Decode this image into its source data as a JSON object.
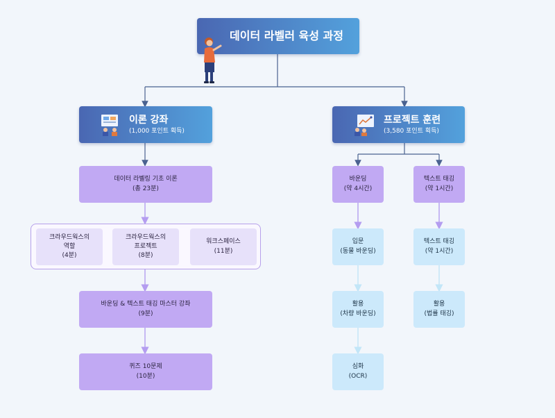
{
  "title": "데이터 라벨러 육성 과정",
  "branches": {
    "theory": {
      "title": "이론 강좌",
      "points": "(1,000 포인트 획득)",
      "basic": [
        "데이터 라벨링 기초 이론",
        "(총 23분)"
      ],
      "crowd_role": [
        "크라우드웍스의",
        "역할",
        "(4분)"
      ],
      "crowd_project": [
        "크라우드웍스의",
        "프로젝트",
        "(8분)"
      ],
      "workspace": [
        "워크스페이스",
        "(11분)"
      ],
      "master": [
        "바운딩 & 텍스트 태깅 마스터 강좌",
        "(9분)"
      ],
      "quiz": [
        "퀴즈 10문제",
        "(10분)"
      ]
    },
    "project": {
      "title": "프로젝트 훈련",
      "points": "(3,580 포인트 획득)",
      "bounding": [
        "바운딩",
        "(약 4시간)"
      ],
      "text_tagging": [
        "텍스트 태깅",
        "(약 1시간)"
      ],
      "intro": [
        "입문",
        "(동물 바운딩)"
      ],
      "applied_b": [
        "활용",
        "(차량 바운딩)"
      ],
      "advanced": [
        "심화",
        "(OCR)"
      ],
      "text_tagging_2": [
        "텍스트 태깅",
        "(약 1시간)"
      ],
      "applied_t": [
        "활용",
        "(법률 태깅)"
      ]
    }
  },
  "colors": {
    "header_start": "#4a67b2",
    "header_end": "#53a1dc",
    "purple_box": "#c1a9f3",
    "lavender_box": "#e7e1fa",
    "cyan_box": "#cce9fb",
    "connector_dark": "#4a6290",
    "connector_purple": "#b49df0",
    "connector_cyan": "#c2e6f8"
  },
  "icons": [
    "teacher-illustration",
    "classroom-illustration",
    "project-illustration"
  ]
}
